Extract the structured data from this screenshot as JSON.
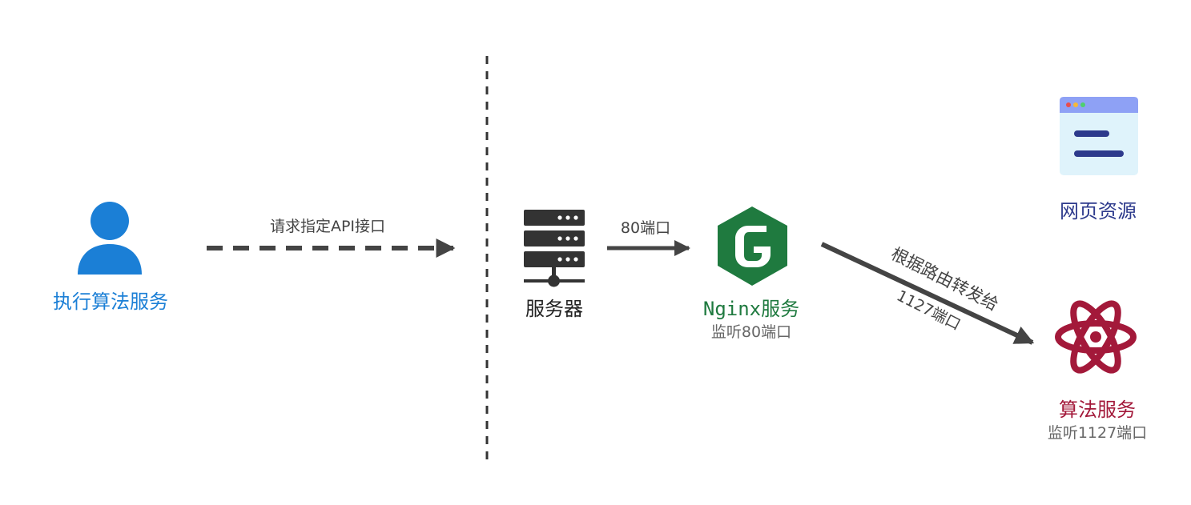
{
  "user": {
    "label": "执行算法服务",
    "icon": "user-icon",
    "color": "#1b7fd6"
  },
  "request": {
    "label": "请求指定API接口"
  },
  "server": {
    "label": "服务器",
    "icon": "server-icon"
  },
  "port80": {
    "label": "80端口"
  },
  "nginx": {
    "label": "Nginx服务",
    "sublabel": "监听80端口",
    "icon": "nginx-icon",
    "color": "#1f7a3f"
  },
  "web": {
    "label": "网页资源",
    "icon": "browser-window-icon",
    "color": "#2d3a8c"
  },
  "route": {
    "label": "根据路由转发给",
    "port_label": "1127端口"
  },
  "algo": {
    "label": "算法服务",
    "sublabel": "监听1127端口",
    "icon": "atom-icon",
    "color": "#a3193a"
  },
  "colors": {
    "arrow": "#444444",
    "divider": "#333333"
  }
}
